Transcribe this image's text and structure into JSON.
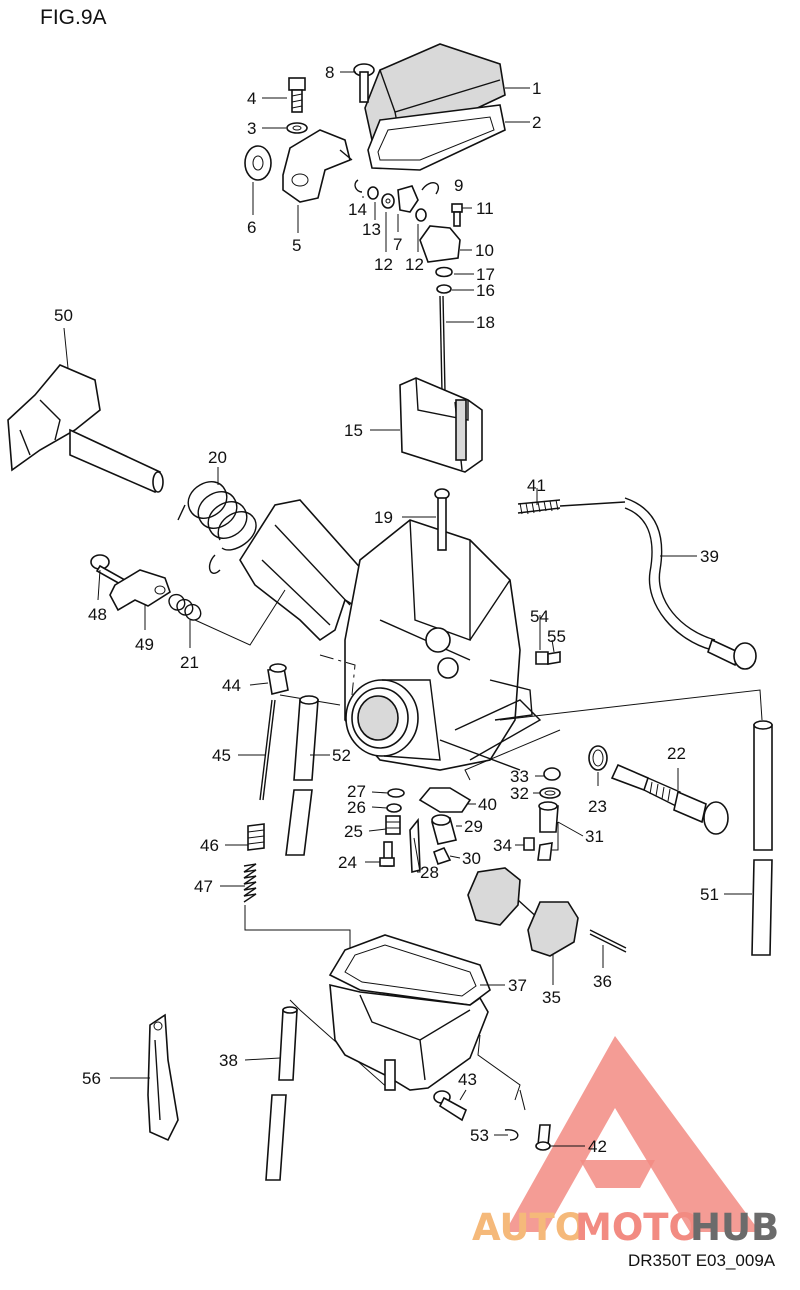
{
  "figure_title": "FIG.9A",
  "drawing_code": "DR350T E03_009A",
  "watermark": {
    "brand_part1": "AUTO",
    "brand_part2": "MOTO",
    "brand_part3": "HUB",
    "colors": {
      "triangle": "#f28b82",
      "auto": "#f5b97a",
      "moto": "#f28b82",
      "hub": "#6b6b6b"
    }
  },
  "callouts": [
    {
      "id": "c1",
      "text": "1"
    },
    {
      "id": "c2",
      "text": "2"
    },
    {
      "id": "c3",
      "text": "3"
    },
    {
      "id": "c4",
      "text": "4"
    },
    {
      "id": "c5",
      "text": "5"
    },
    {
      "id": "c6",
      "text": "6"
    },
    {
      "id": "c7",
      "text": "7"
    },
    {
      "id": "c8",
      "text": "8"
    },
    {
      "id": "c9",
      "text": "9"
    },
    {
      "id": "c10",
      "text": "10"
    },
    {
      "id": "c11",
      "text": "11"
    },
    {
      "id": "c12a",
      "text": "12"
    },
    {
      "id": "c12b",
      "text": "12"
    },
    {
      "id": "c13",
      "text": "13"
    },
    {
      "id": "c14",
      "text": "14"
    },
    {
      "id": "c15",
      "text": "15"
    },
    {
      "id": "c16",
      "text": "16"
    },
    {
      "id": "c17",
      "text": "17"
    },
    {
      "id": "c18",
      "text": "18"
    },
    {
      "id": "c19",
      "text": "19"
    },
    {
      "id": "c20",
      "text": "20"
    },
    {
      "id": "c21",
      "text": "21"
    },
    {
      "id": "c22",
      "text": "22"
    },
    {
      "id": "c23",
      "text": "23"
    },
    {
      "id": "c24",
      "text": "24"
    },
    {
      "id": "c25",
      "text": "25"
    },
    {
      "id": "c26",
      "text": "26"
    },
    {
      "id": "c27",
      "text": "27"
    },
    {
      "id": "c28",
      "text": "28"
    },
    {
      "id": "c29",
      "text": "29"
    },
    {
      "id": "c30",
      "text": "30"
    },
    {
      "id": "c31",
      "text": "31"
    },
    {
      "id": "c32",
      "text": "32"
    },
    {
      "id": "c33",
      "text": "33"
    },
    {
      "id": "c34",
      "text": "34"
    },
    {
      "id": "c35",
      "text": "35"
    },
    {
      "id": "c36",
      "text": "36"
    },
    {
      "id": "c37",
      "text": "37"
    },
    {
      "id": "c38",
      "text": "38"
    },
    {
      "id": "c39",
      "text": "39"
    },
    {
      "id": "c40",
      "text": "40"
    },
    {
      "id": "c41",
      "text": "41"
    },
    {
      "id": "c42",
      "text": "42"
    },
    {
      "id": "c43",
      "text": "43"
    },
    {
      "id": "c44",
      "text": "44"
    },
    {
      "id": "c45",
      "text": "45"
    },
    {
      "id": "c46",
      "text": "46"
    },
    {
      "id": "c47",
      "text": "47"
    },
    {
      "id": "c48",
      "text": "48"
    },
    {
      "id": "c49",
      "text": "49"
    },
    {
      "id": "c50",
      "text": "50"
    },
    {
      "id": "c51",
      "text": "51"
    },
    {
      "id": "c52",
      "text": "52"
    },
    {
      "id": "c53",
      "text": "53"
    },
    {
      "id": "c54",
      "text": "54"
    },
    {
      "id": "c55",
      "text": "55"
    },
    {
      "id": "c56",
      "text": "56"
    }
  ]
}
